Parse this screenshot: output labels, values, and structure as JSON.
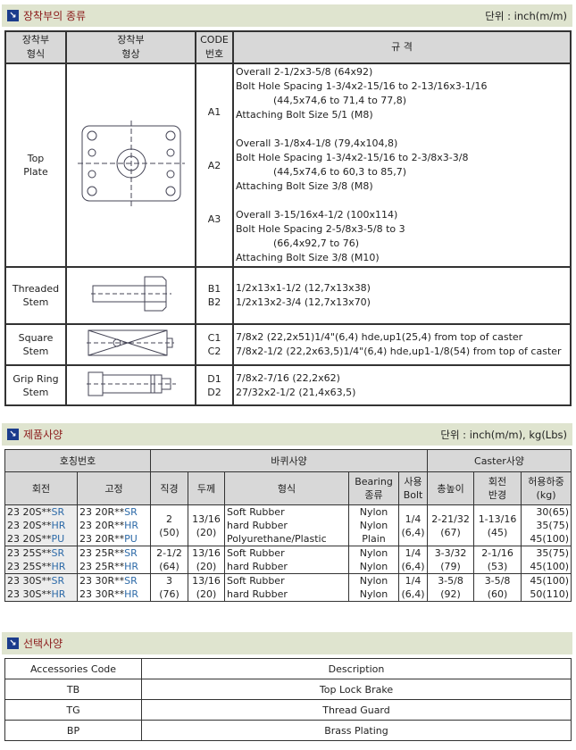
{
  "sections": [
    {
      "title": "장착부의 종류",
      "unit": "단위 : inch(m/m)"
    },
    {
      "title": "제품사양",
      "unit": "단위 : inch(m/m), kg(Lbs)"
    },
    {
      "title": "선택사양"
    }
  ],
  "mount": {
    "headers": [
      "장착부\n형식",
      "장착부\n형상",
      "CODE\n번호",
      "규 격"
    ],
    "rows": [
      {
        "type": "Top\nPlate",
        "codes": "A1\n\n\n\nA2\n\n\n\nA3",
        "icon": "top-plate-drawing",
        "spec": [
          "Overall 2-1/2x3-5/8 (64x92)",
          "Bolt Hole Spacing 1-3/4x2-15/16 to 2-13/16x3-1/16",
          "            (44,5x74,6 to 71,4 to 77,8)",
          "Attaching Bolt Size 5/1 (M8)",
          "",
          "Overall 3-1/8x4-1/8 (79,4x104,8)",
          "Bolt Hole Spacing 1-3/4x2-15/16 to 2-3/8x3-3/8",
          "            (44,5x74,6 to 60,3 to 85,7)",
          "Attaching Bolt Size 3/8 (M8)",
          "",
          "Overall 3-15/16x4-1/2 (100x114)",
          "Bolt Hole Spacing 2-5/8x3-5/8 to 3",
          "            (66,4x92,7 to 76)",
          "Attaching Bolt Size 3/8 (M10)"
        ]
      },
      {
        "type": "Threaded\nStem",
        "codes": "B1\nB2",
        "icon": "threaded-stem-drawing",
        "spec": [
          "1/2x13x1-1/2 (12,7x13x38)",
          "1/2x13x2-3/4 (12,7x13x70)"
        ]
      },
      {
        "type": "Square\nStem",
        "codes": "C1\nC2",
        "icon": "square-stem-drawing",
        "spec": [
          "7/8x2 (22,2x51)1/4\"(6,4) hde,up1(25,4) from top of caster",
          "7/8x2-1/2 (22,2x63,5)1/4\"(6,4) hde,up1-1/8(54) from top of caster"
        ]
      },
      {
        "type": "Grip Ring\nStem",
        "codes": "D1\nD2",
        "icon": "grip-ring-stem-drawing",
        "spec": [
          "7/8x2-7/16 (22,2x62)",
          "27/32x2-1/2 (21,4x63,5)"
        ]
      }
    ]
  },
  "product": {
    "group_headers": [
      "호칭번호",
      "바퀴사양",
      "Caster사양"
    ],
    "headers": [
      "회전",
      "고정",
      "직경",
      "두께",
      "형식",
      "Bearing\n종류",
      "사용\nBolt",
      "총높이",
      "회전\n반경",
      "허용하중\n(kg)"
    ],
    "groups": [
      {
        "swivel": [
          [
            "23 20S**",
            "SR"
          ],
          [
            "23 20S**",
            "HR"
          ],
          [
            "23 20S**",
            "PU"
          ]
        ],
        "rigid": [
          [
            "23 20R**",
            "SR"
          ],
          [
            "23 20R**",
            "HR"
          ],
          [
            "23 20R**",
            "PU"
          ]
        ],
        "dia": "2\n(50)",
        "width": "13/16\n(20)",
        "types": [
          "Soft Rubber",
          "hard Rubber",
          "Polyurethane/Plastic"
        ],
        "bearing": [
          "Nylon",
          "Nylon",
          "Plain"
        ],
        "bolt": "1/4\n(6,4)",
        "height": "2-21/32\n(67)",
        "radius": "1-13/16\n(45)",
        "load": [
          "30(65)",
          "35(75)",
          "45(100)"
        ]
      },
      {
        "swivel": [
          [
            "23 25S**",
            "SR"
          ],
          [
            "23 25S**",
            "HR"
          ]
        ],
        "rigid": [
          [
            "23 25R**",
            "SR"
          ],
          [
            "23 25R**",
            "HR"
          ]
        ],
        "dia": "2-1/2\n(64)",
        "width": "13/16\n(20)",
        "types": [
          "Soft Rubber",
          "hard Rubber"
        ],
        "bearing": [
          "Nylon",
          "Nylon"
        ],
        "bolt": "1/4\n(6,4)",
        "height": "3-3/32\n(79)",
        "radius": "2-1/16\n(53)",
        "load": [
          "35(75)",
          "45(100)"
        ]
      },
      {
        "swivel": [
          [
            "23 30S**",
            "SR"
          ],
          [
            "23 30S**",
            "HR"
          ]
        ],
        "rigid": [
          [
            "23 30R**",
            "SR"
          ],
          [
            "23 30R**",
            "HR"
          ]
        ],
        "dia": "3\n(76)",
        "width": "13/16\n(20)",
        "types": [
          "Soft Rubber",
          "hard Rubber"
        ],
        "bearing": [
          "Nylon",
          "Nylon"
        ],
        "bolt": "1/4\n(6,4)",
        "height": "3-5/8\n(92)",
        "radius": "3-5/8\n(60)",
        "load": [
          "45(100)",
          "50(110)"
        ]
      }
    ]
  },
  "accessories": {
    "headers": [
      "Accessories Code",
      "Description"
    ],
    "rows": [
      [
        "TB",
        "Top Lock Brake"
      ],
      [
        "TG",
        "Thread Guard"
      ],
      [
        "BP",
        "Brass Plating"
      ]
    ]
  }
}
